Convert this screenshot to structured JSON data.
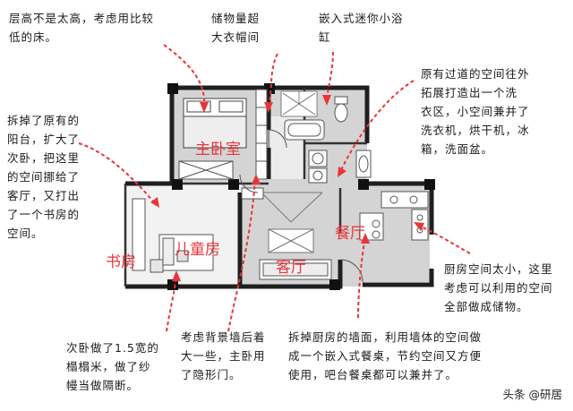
{
  "notes": {
    "ceiling_bed": "层高不是太高，考虑用比较\n低的床。",
    "storage": "储物量超\n大衣帽间",
    "bathtub": "嵌入式迷你小浴\n缸",
    "laundry": "原有过道的空间往外\n拓展打造出一个洗\n衣区，小空间兼并了\n洗衣机，烘干机，冰\n箱，洗面盆。",
    "study": "拆掉了原有的\n阳台，扩大了\n次卧，把这里\n的空间挪给了\n客厅，又打出\n了一个书房的\n空间。",
    "kitchen": "厨房空间太小，这里\n考虑可以利用的空间\n全部做成储物。",
    "partition": "次卧做了1.5宽的\n榻榻米，做了纱\n幔当做隔断。",
    "tv_wall": "考虑背景墙后着\n大一些，主卧用\n了隐形门。",
    "dining": "拆掉厨房的墙面，利用墙体的空间做\n成一个嵌入式餐桌，节约空间又方便\n使用，吧台餐桌都可以兼并了。"
  },
  "rooms": {
    "master_bedroom": "主卧室",
    "study": "书房",
    "kids_room": "儿童房",
    "living_room": "客厅",
    "dining_room": "餐厅"
  },
  "watermark": "头条 @研居",
  "colors": {
    "accent": "#e8353a",
    "floor": "#d6d6d6",
    "wall": "#222222"
  }
}
